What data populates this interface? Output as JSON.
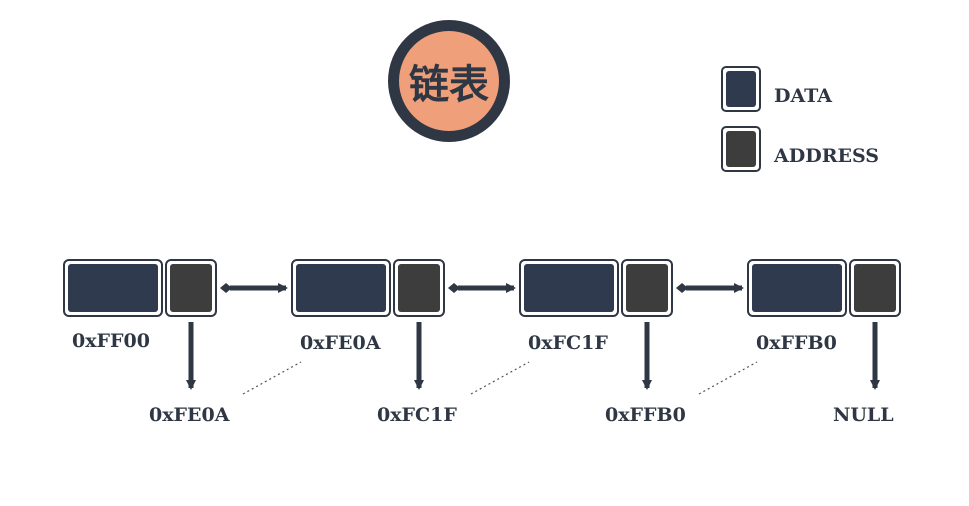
{
  "title": "链表",
  "legend": [
    {
      "label": "DATA",
      "color": "#2f3a4f"
    },
    {
      "label": "ADDRESS",
      "color": "#3d3d3d"
    }
  ],
  "nodes": [
    {
      "address": "0xFF00",
      "next": "0xFE0A"
    },
    {
      "address": "0xFE0A",
      "next": "0xFC1F"
    },
    {
      "address": "0xFC1F",
      "next": "0xFFB0"
    },
    {
      "address": "0xFFB0",
      "next": "NULL"
    }
  ],
  "colors": {
    "badge_ring": "#2f3744",
    "badge_fill": "#ef9f79",
    "data": "#2f3a4f",
    "address": "#3d3d3d",
    "arrow": "#2f3744"
  }
}
